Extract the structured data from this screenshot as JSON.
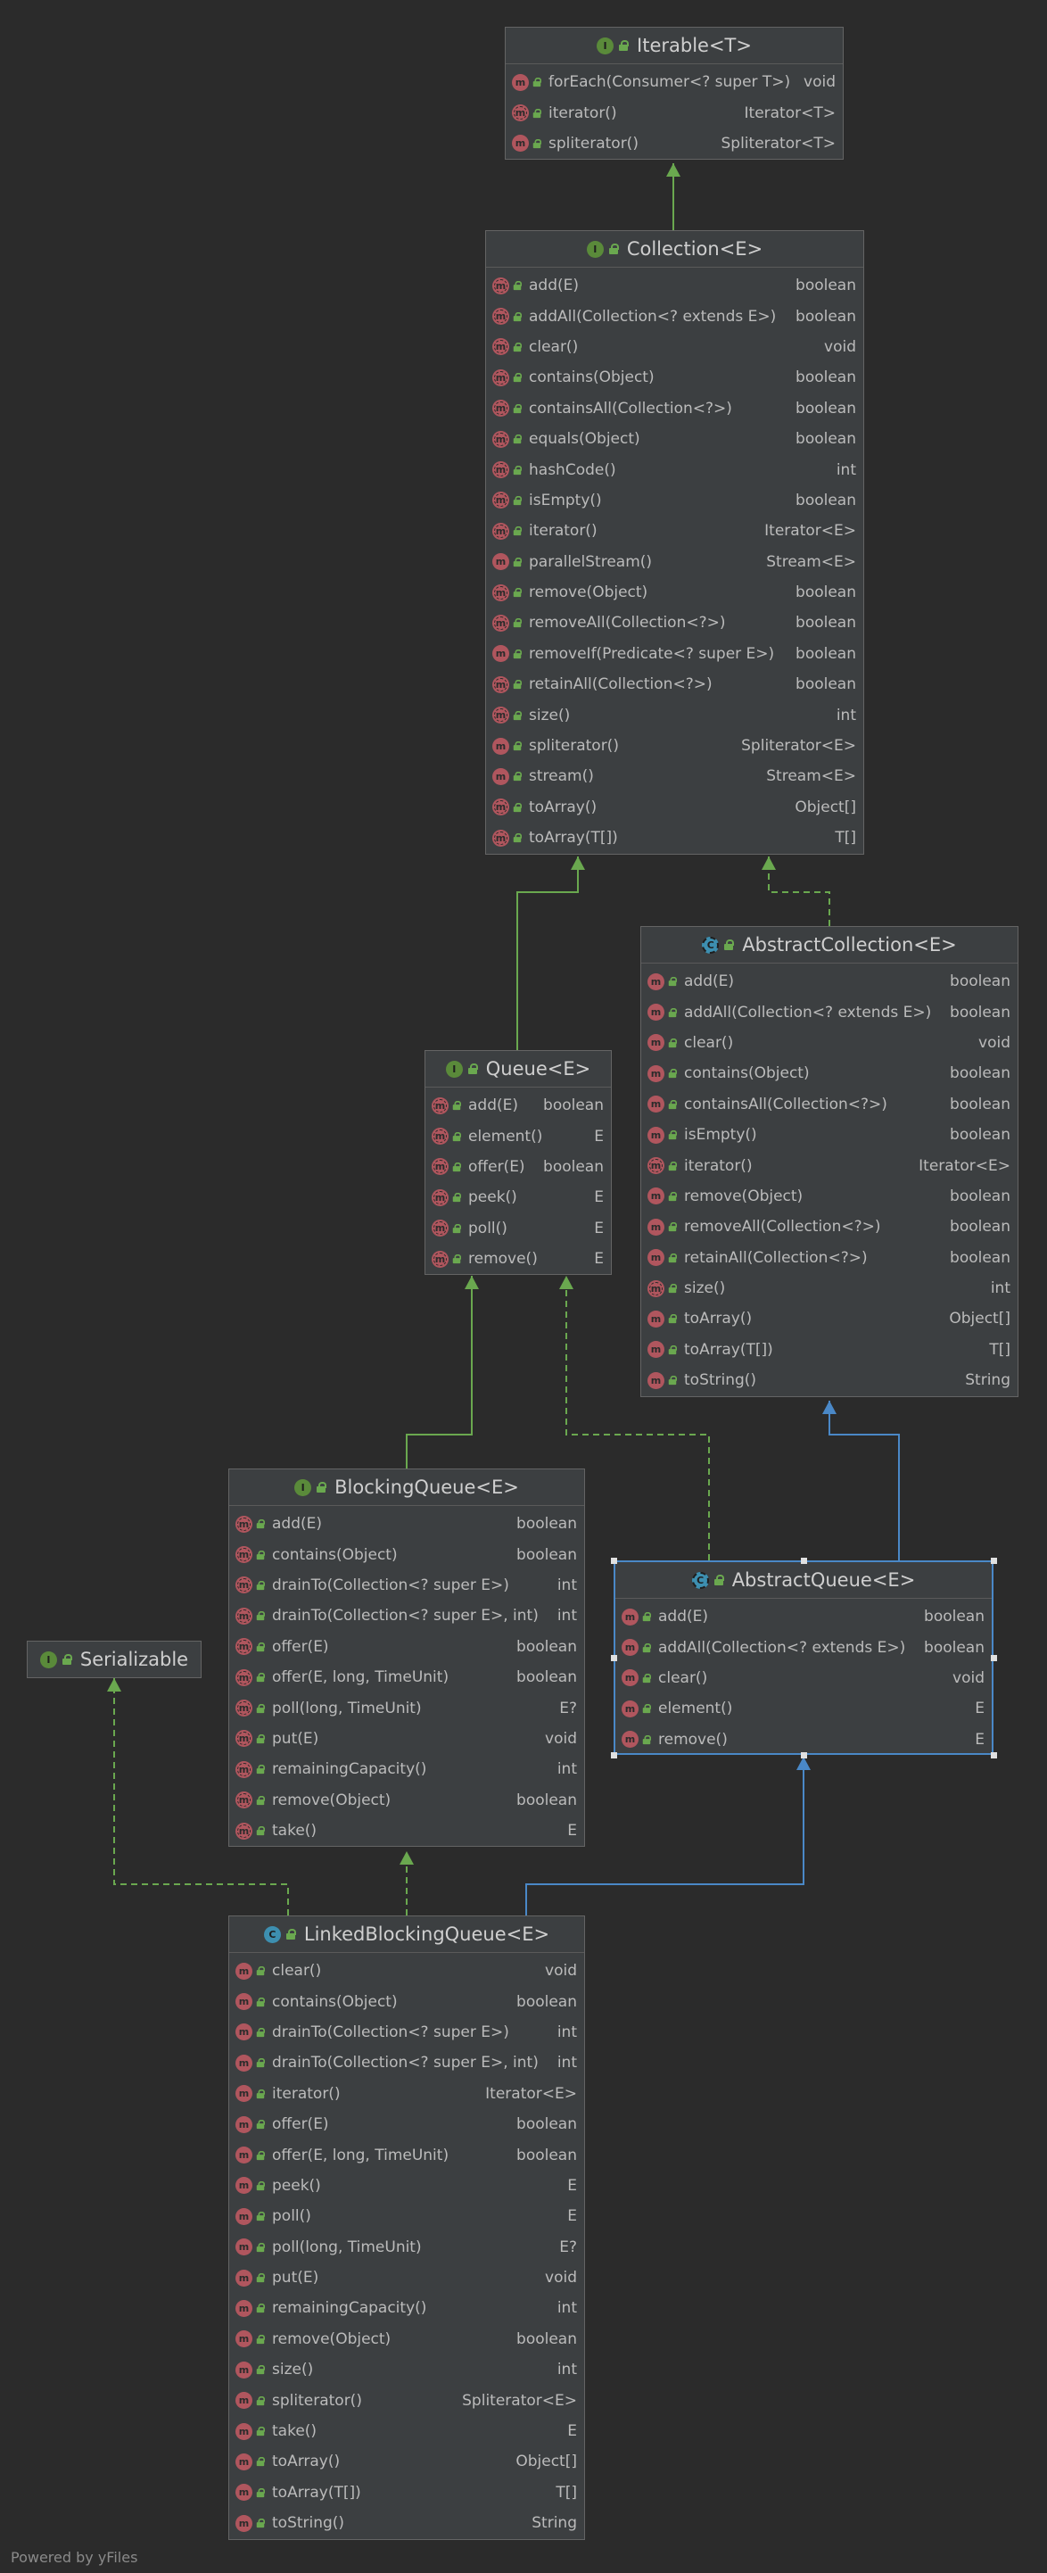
{
  "colors": {
    "background": "#2b2b2b",
    "node_fill": "#3c3f41",
    "extends_edge": "#6aa84f",
    "class_extends_edge": "#4a88c7",
    "method_icon": "#b0565e"
  },
  "classes": [
    {
      "id": "iterable",
      "name": "Iterable<T>",
      "kind": "interface",
      "icon_name": "interface-icon",
      "methods": [
        {
          "name": "forEach(Consumer<? super T>)",
          "ret": "void",
          "abstract": false
        },
        {
          "name": "iterator()",
          "ret": "Iterator<T>",
          "abstract": true
        },
        {
          "name": "spliterator()",
          "ret": "Spliterator<T>",
          "abstract": false
        }
      ]
    },
    {
      "id": "collection",
      "name": "Collection<E>",
      "kind": "interface",
      "icon_name": "interface-icon",
      "methods": [
        {
          "name": "add(E)",
          "ret": "boolean",
          "abstract": true
        },
        {
          "name": "addAll(Collection<? extends E>)",
          "ret": "boolean",
          "abstract": true
        },
        {
          "name": "clear()",
          "ret": "void",
          "abstract": true
        },
        {
          "name": "contains(Object)",
          "ret": "boolean",
          "abstract": true
        },
        {
          "name": "containsAll(Collection<?>)",
          "ret": "boolean",
          "abstract": true
        },
        {
          "name": "equals(Object)",
          "ret": "boolean",
          "abstract": true
        },
        {
          "name": "hashCode()",
          "ret": "int",
          "abstract": true
        },
        {
          "name": "isEmpty()",
          "ret": "boolean",
          "abstract": true
        },
        {
          "name": "iterator()",
          "ret": "Iterator<E>",
          "abstract": true
        },
        {
          "name": "parallelStream()",
          "ret": "Stream<E>",
          "abstract": false
        },
        {
          "name": "remove(Object)",
          "ret": "boolean",
          "abstract": true
        },
        {
          "name": "removeAll(Collection<?>)",
          "ret": "boolean",
          "abstract": true
        },
        {
          "name": "removeIf(Predicate<? super E>)",
          "ret": "boolean",
          "abstract": false
        },
        {
          "name": "retainAll(Collection<?>)",
          "ret": "boolean",
          "abstract": true
        },
        {
          "name": "size()",
          "ret": "int",
          "abstract": true
        },
        {
          "name": "spliterator()",
          "ret": "Spliterator<E>",
          "abstract": false
        },
        {
          "name": "stream()",
          "ret": "Stream<E>",
          "abstract": false
        },
        {
          "name": "toArray()",
          "ret": "Object[]",
          "abstract": true
        },
        {
          "name": "toArray(T[])",
          "ret": "T[]",
          "abstract": true
        }
      ]
    },
    {
      "id": "abstractcollection",
      "name": "AbstractCollection<E>",
      "kind": "abstract",
      "icon_name": "abstract-class-icon",
      "methods": [
        {
          "name": "add(E)",
          "ret": "boolean",
          "abstract": false
        },
        {
          "name": "addAll(Collection<? extends E>)",
          "ret": "boolean",
          "abstract": false
        },
        {
          "name": "clear()",
          "ret": "void",
          "abstract": false
        },
        {
          "name": "contains(Object)",
          "ret": "boolean",
          "abstract": false
        },
        {
          "name": "containsAll(Collection<?>)",
          "ret": "boolean",
          "abstract": false
        },
        {
          "name": "isEmpty()",
          "ret": "boolean",
          "abstract": false
        },
        {
          "name": "iterator()",
          "ret": "Iterator<E>",
          "abstract": true
        },
        {
          "name": "remove(Object)",
          "ret": "boolean",
          "abstract": false
        },
        {
          "name": "removeAll(Collection<?>)",
          "ret": "boolean",
          "abstract": false
        },
        {
          "name": "retainAll(Collection<?>)",
          "ret": "boolean",
          "abstract": false
        },
        {
          "name": "size()",
          "ret": "int",
          "abstract": true
        },
        {
          "name": "toArray()",
          "ret": "Object[]",
          "abstract": false
        },
        {
          "name": "toArray(T[])",
          "ret": "T[]",
          "abstract": false
        },
        {
          "name": "toString()",
          "ret": "String",
          "abstract": false
        }
      ]
    },
    {
      "id": "queue",
      "name": "Queue<E>",
      "kind": "interface",
      "icon_name": "interface-icon",
      "methods": [
        {
          "name": "add(E)",
          "ret": "boolean",
          "abstract": true
        },
        {
          "name": "element()",
          "ret": "E",
          "abstract": true
        },
        {
          "name": "offer(E)",
          "ret": "boolean",
          "abstract": true
        },
        {
          "name": "peek()",
          "ret": "E",
          "abstract": true
        },
        {
          "name": "poll()",
          "ret": "E",
          "abstract": true
        },
        {
          "name": "remove()",
          "ret": "E",
          "abstract": true
        }
      ]
    },
    {
      "id": "blockingqueue",
      "name": "BlockingQueue<E>",
      "kind": "interface",
      "icon_name": "interface-icon",
      "methods": [
        {
          "name": "add(E)",
          "ret": "boolean",
          "abstract": true
        },
        {
          "name": "contains(Object)",
          "ret": "boolean",
          "abstract": true
        },
        {
          "name": "drainTo(Collection<? super E>)",
          "ret": "int",
          "abstract": true
        },
        {
          "name": "drainTo(Collection<? super E>, int)",
          "ret": "int",
          "abstract": true
        },
        {
          "name": "offer(E)",
          "ret": "boolean",
          "abstract": true
        },
        {
          "name": "offer(E, long, TimeUnit)",
          "ret": "boolean",
          "abstract": true
        },
        {
          "name": "poll(long, TimeUnit)",
          "ret": "E?",
          "abstract": true
        },
        {
          "name": "put(E)",
          "ret": "void",
          "abstract": true
        },
        {
          "name": "remainingCapacity()",
          "ret": "int",
          "abstract": true
        },
        {
          "name": "remove(Object)",
          "ret": "boolean",
          "abstract": true
        },
        {
          "name": "take()",
          "ret": "E",
          "abstract": true
        }
      ]
    },
    {
      "id": "serializable",
      "name": "Serializable",
      "kind": "interface",
      "icon_name": "interface-icon",
      "methods": []
    },
    {
      "id": "abstractqueue",
      "name": "AbstractQueue<E>",
      "kind": "abstract",
      "icon_name": "abstract-class-icon",
      "selected": true,
      "methods": [
        {
          "name": "add(E)",
          "ret": "boolean",
          "abstract": false
        },
        {
          "name": "addAll(Collection<? extends E>)",
          "ret": "boolean",
          "abstract": false
        },
        {
          "name": "clear()",
          "ret": "void",
          "abstract": false
        },
        {
          "name": "element()",
          "ret": "E",
          "abstract": false
        },
        {
          "name": "remove()",
          "ret": "E",
          "abstract": false
        }
      ]
    },
    {
      "id": "linkedblockingqueue",
      "name": "LinkedBlockingQueue<E>",
      "kind": "class",
      "icon_name": "class-icon",
      "methods": [
        {
          "name": "clear()",
          "ret": "void",
          "abstract": false
        },
        {
          "name": "contains(Object)",
          "ret": "boolean",
          "abstract": false
        },
        {
          "name": "drainTo(Collection<? super E>)",
          "ret": "int",
          "abstract": false
        },
        {
          "name": "drainTo(Collection<? super E>, int)",
          "ret": "int",
          "abstract": false
        },
        {
          "name": "iterator()",
          "ret": "Iterator<E>",
          "abstract": false
        },
        {
          "name": "offer(E)",
          "ret": "boolean",
          "abstract": false
        },
        {
          "name": "offer(E, long, TimeUnit)",
          "ret": "boolean",
          "abstract": false
        },
        {
          "name": "peek()",
          "ret": "E",
          "abstract": false
        },
        {
          "name": "poll()",
          "ret": "E",
          "abstract": false
        },
        {
          "name": "poll(long, TimeUnit)",
          "ret": "E?",
          "abstract": false
        },
        {
          "name": "put(E)",
          "ret": "void",
          "abstract": false
        },
        {
          "name": "remainingCapacity()",
          "ret": "int",
          "abstract": false
        },
        {
          "name": "remove(Object)",
          "ret": "boolean",
          "abstract": false
        },
        {
          "name": "size()",
          "ret": "int",
          "abstract": false
        },
        {
          "name": "spliterator()",
          "ret": "Spliterator<E>",
          "abstract": false
        },
        {
          "name": "take()",
          "ret": "E",
          "abstract": false
        },
        {
          "name": "toArray()",
          "ret": "Object[]",
          "abstract": false
        },
        {
          "name": "toArray(T[])",
          "ret": "T[]",
          "abstract": false
        },
        {
          "name": "toString()",
          "ret": "String",
          "abstract": false
        }
      ]
    }
  ],
  "edges": [
    {
      "from": "collection",
      "to": "iterable",
      "type": "extends"
    },
    {
      "from": "queue",
      "to": "collection",
      "type": "extends"
    },
    {
      "from": "abstractcollection",
      "to": "collection",
      "type": "implements"
    },
    {
      "from": "blockingqueue",
      "to": "queue",
      "type": "extends"
    },
    {
      "from": "abstractqueue",
      "to": "queue",
      "type": "implements"
    },
    {
      "from": "abstractqueue",
      "to": "abstractcollection",
      "type": "class-extends"
    },
    {
      "from": "linkedblockingqueue",
      "to": "blockingqueue",
      "type": "implements"
    },
    {
      "from": "linkedblockingqueue",
      "to": "serializable",
      "type": "implements"
    },
    {
      "from": "linkedblockingqueue",
      "to": "abstractqueue",
      "type": "class-extends"
    }
  ],
  "footer": "Powered by yFiles"
}
